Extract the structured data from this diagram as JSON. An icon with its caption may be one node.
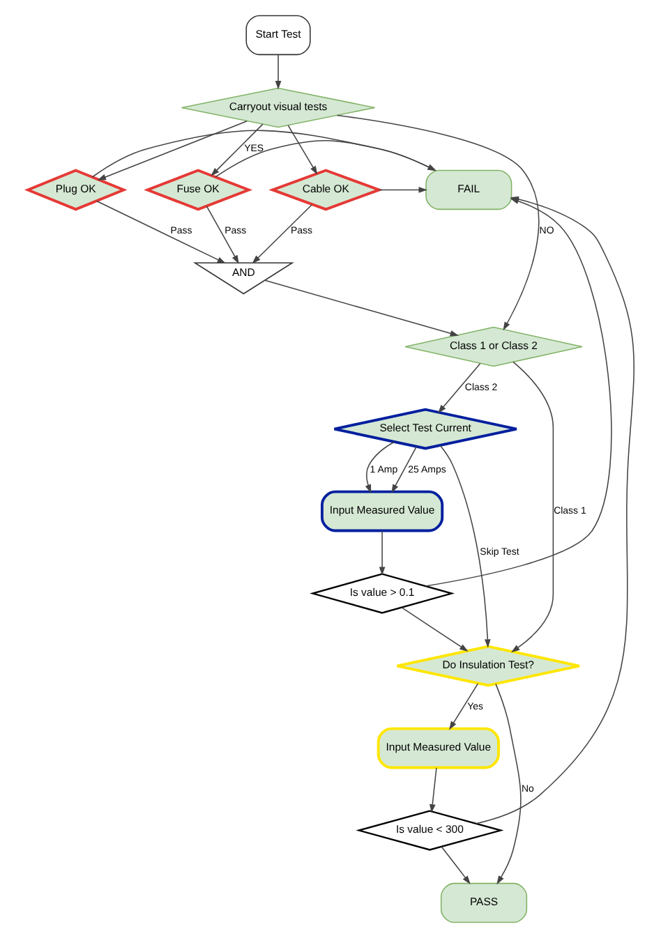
{
  "diagram": {
    "nodes": [
      {
        "text": [
          "Start Test"
        ]
      },
      {
        "text": [
          "Carryout visual tests"
        ]
      },
      {
        "text": [
          "Plug OK"
        ]
      },
      {
        "text": [
          "Fuse OK"
        ]
      },
      {
        "text": [
          "Cable OK"
        ]
      },
      {
        "text": [
          "FAIL"
        ]
      },
      {
        "text": [
          "AND"
        ]
      },
      {
        "text": [
          "Class 1 or Class 2"
        ]
      },
      {
        "text": [
          "Select Test Current"
        ]
      },
      {
        "text": [
          "Input Measured Value"
        ]
      },
      {
        "text": [
          "Is value > 0.1"
        ]
      },
      {
        "text": [
          "Do Insulation Test?"
        ]
      },
      {
        "text": [
          "Input Measured Value"
        ]
      },
      {
        "text": [
          "Is value < 300"
        ]
      },
      {
        "text": [
          "PASS"
        ]
      }
    ],
    "edges": [
      {
        "from": 0,
        "to": 1,
        "arrow": "to"
      },
      {
        "from": 1,
        "to": 2,
        "arrow": "to"
      },
      {
        "from": 1,
        "to": 3,
        "arrow": "to",
        "label": "YES"
      },
      {
        "from": 1,
        "to": 4,
        "arrow": "to"
      },
      {
        "from": 2,
        "to": 5,
        "arrow": "to"
      },
      {
        "from": 3,
        "to": 5,
        "arrow": "to"
      },
      {
        "from": 4,
        "to": 5,
        "arrow": "to"
      },
      {
        "from": 2,
        "to": 6,
        "arrow": "to",
        "label": "Pass"
      },
      {
        "from": 3,
        "to": 6,
        "arrow": "to",
        "label": "Pass"
      },
      {
        "from": 4,
        "to": 6,
        "arrow": "to",
        "label": "Pass"
      },
      {
        "from": 1,
        "to": 7,
        "arrow": "to",
        "label": "NO"
      },
      {
        "from": 6,
        "to": 7,
        "arrow": "to"
      },
      {
        "from": 7,
        "to": 11,
        "arrow": "to",
        "label": "Class 1"
      },
      {
        "from": 7,
        "to": 8,
        "arrow": "to",
        "label": "Class 2"
      },
      {
        "from": 8,
        "to": 11,
        "arrow": "to",
        "label": "Skip Test"
      },
      {
        "from": 8,
        "to": 9,
        "arrow": "to",
        "label": "1 Amp"
      },
      {
        "from": 8,
        "to": 9,
        "arrow": "to",
        "label": "25 Amps"
      },
      {
        "from": 9,
        "to": 10,
        "arrow": "to"
      },
      {
        "from": 10,
        "to": 11,
        "arrow": "to"
      },
      {
        "from": 10,
        "to": 5,
        "arrow": "to"
      },
      {
        "from": 11,
        "to": 14,
        "arrow": "to",
        "label": "No"
      },
      {
        "from": 11,
        "to": 12,
        "arrow": "to",
        "label": "Yes"
      },
      {
        "from": 12,
        "to": 13,
        "arrow": "to"
      },
      {
        "from": 13,
        "to": 14,
        "arrow": "to"
      },
      {
        "from": 13,
        "to": 5,
        "arrow": "to"
      }
    ]
  }
}
